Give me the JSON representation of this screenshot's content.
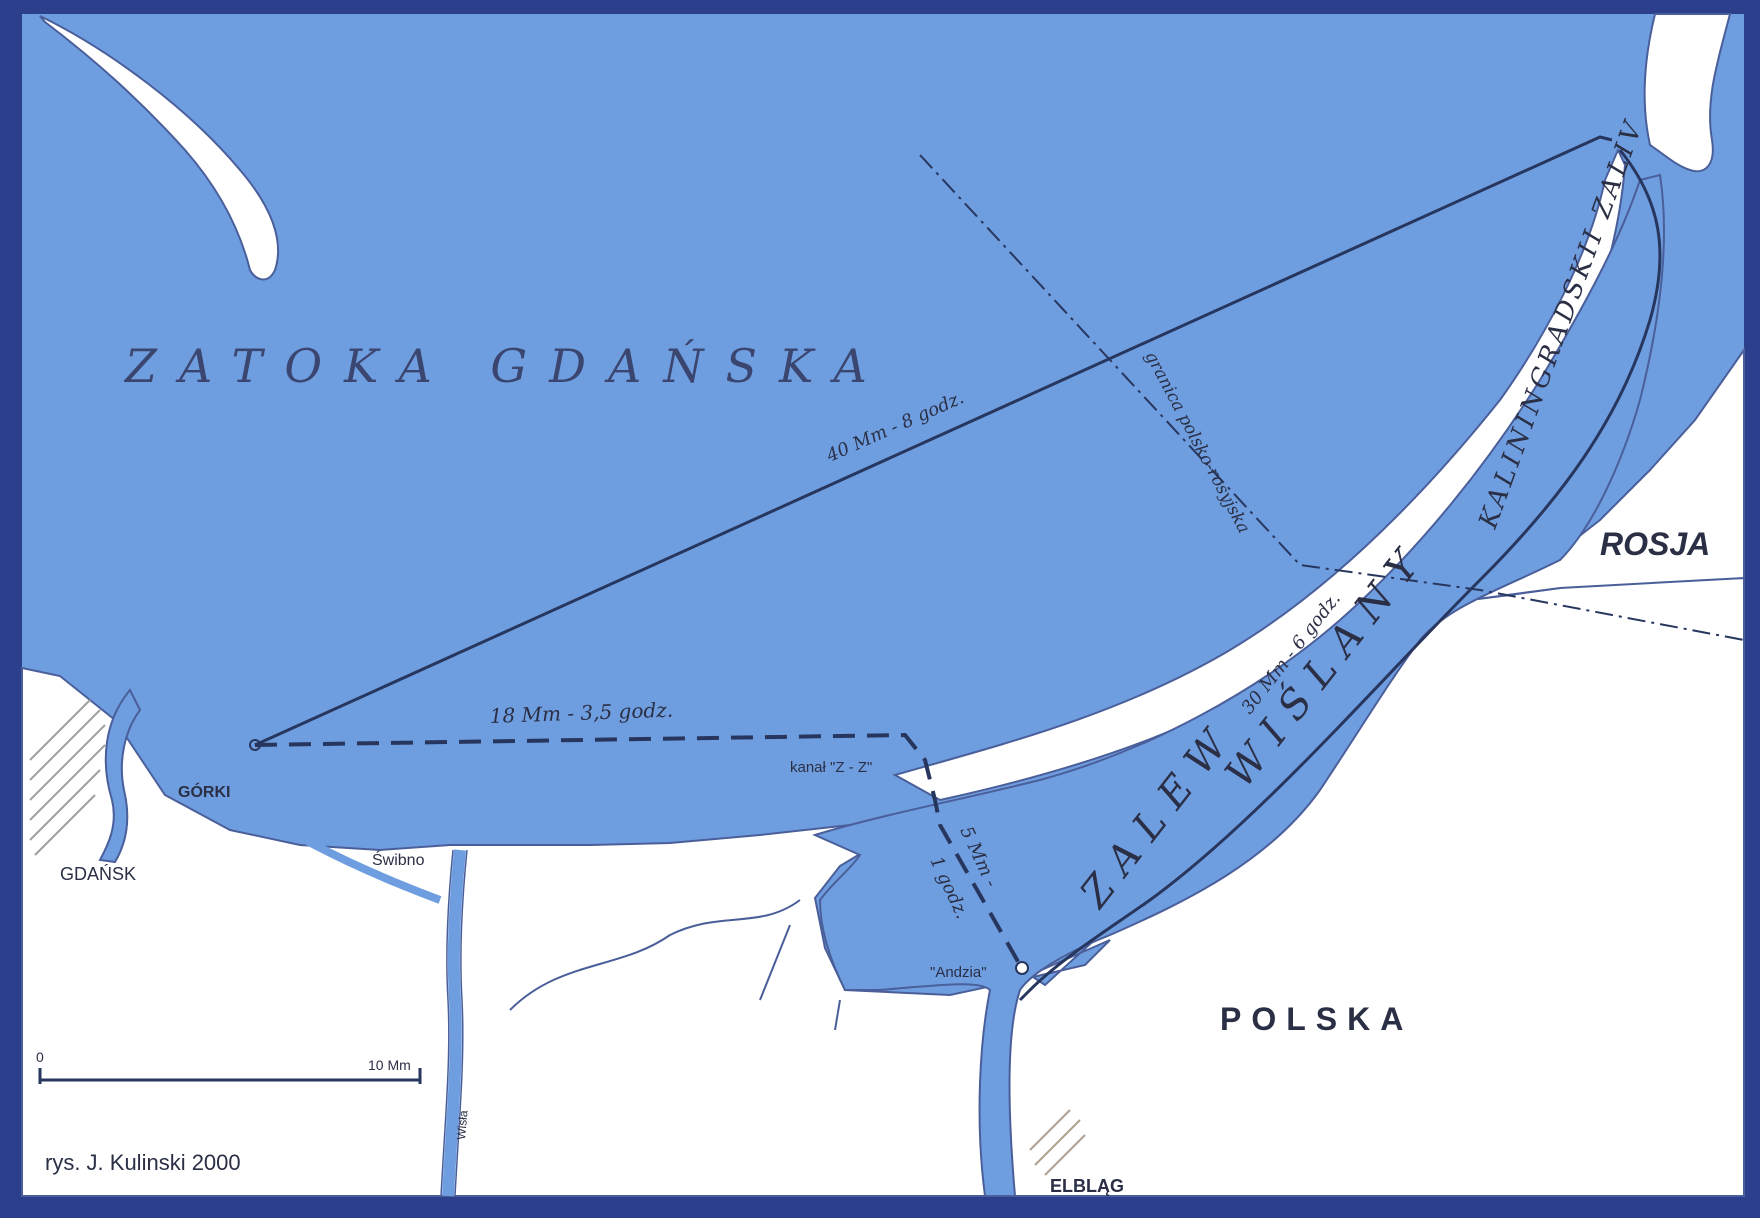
{
  "colors": {
    "frame": "#2b3f8c",
    "water": "#6f9ee0",
    "land": "#ffffff",
    "line": "#27365e",
    "text": "#2a2f45"
  },
  "labels": {
    "gulf": "ZATOKA GDAŃSKA",
    "russia": "ROSJA",
    "poland": "POLSKA",
    "lagoon_zalew": "ZALEW",
    "lagoon_wislany": "WIŚLANY",
    "kaliningrad": "KALININGRADSKII ZALIV",
    "border": "granica polsko-rosyjska",
    "gdansk": "GDAŃSK",
    "gorki": "GÓRKI",
    "swibno": "Świbno",
    "elblag": "ELBLĄG",
    "kanal": "kanał \"Z - Z\"",
    "andzia": "\"Andzia\"",
    "wisla": "Wisła",
    "credit": "rys. J. Kulinski 2000"
  },
  "routes": {
    "long": "40 Mm - 8 godz.",
    "mid": "18 Mm - 3,5 godz.",
    "lagoon": "30 Mm - 6 godz.",
    "short_a": "5 Mm -",
    "short_b": "1 godz."
  },
  "scale": {
    "start": "0",
    "end": "10 Mm"
  }
}
